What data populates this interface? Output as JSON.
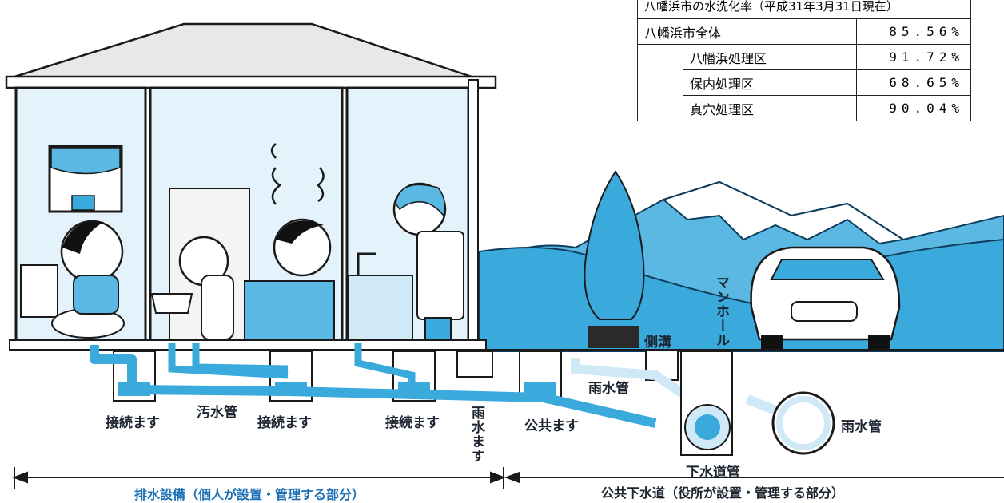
{
  "table": {
    "title": "八幡浜市の水洗化率（平成31年3月31日現在）",
    "total": {
      "label": "八幡浜市全体",
      "value": "85.56%"
    },
    "rows": [
      {
        "label": "八幡浜処理区",
        "value": "91.72%"
      },
      {
        "label": "保内処理区",
        "value": "68.65%"
      },
      {
        "label": "真穴処理区",
        "value": "90.04%"
      }
    ]
  },
  "labels": {
    "connect1": "接続ます",
    "connect2": "接続ます",
    "connect3": "接続ます",
    "sewage_pipe": "汚水管",
    "rain_basin": "雨水ます",
    "public_basin": "公共ます",
    "rain_pipe_1": "雨水管",
    "rain_pipe_2": "雨水管",
    "side_ditch": "側溝",
    "manhole": "マンホール",
    "sewer_main": "下水道管",
    "private_zone": "排水設備（個人が設置・管理する部分）",
    "public_zone": "公共下水道（役所が設置・管理する部分）"
  },
  "colors": {
    "water": "#3aa9dc",
    "sky_hill": "#5bb8e3",
    "light_blue": "#cfe9f6",
    "wall": "#e3f2fb"
  }
}
